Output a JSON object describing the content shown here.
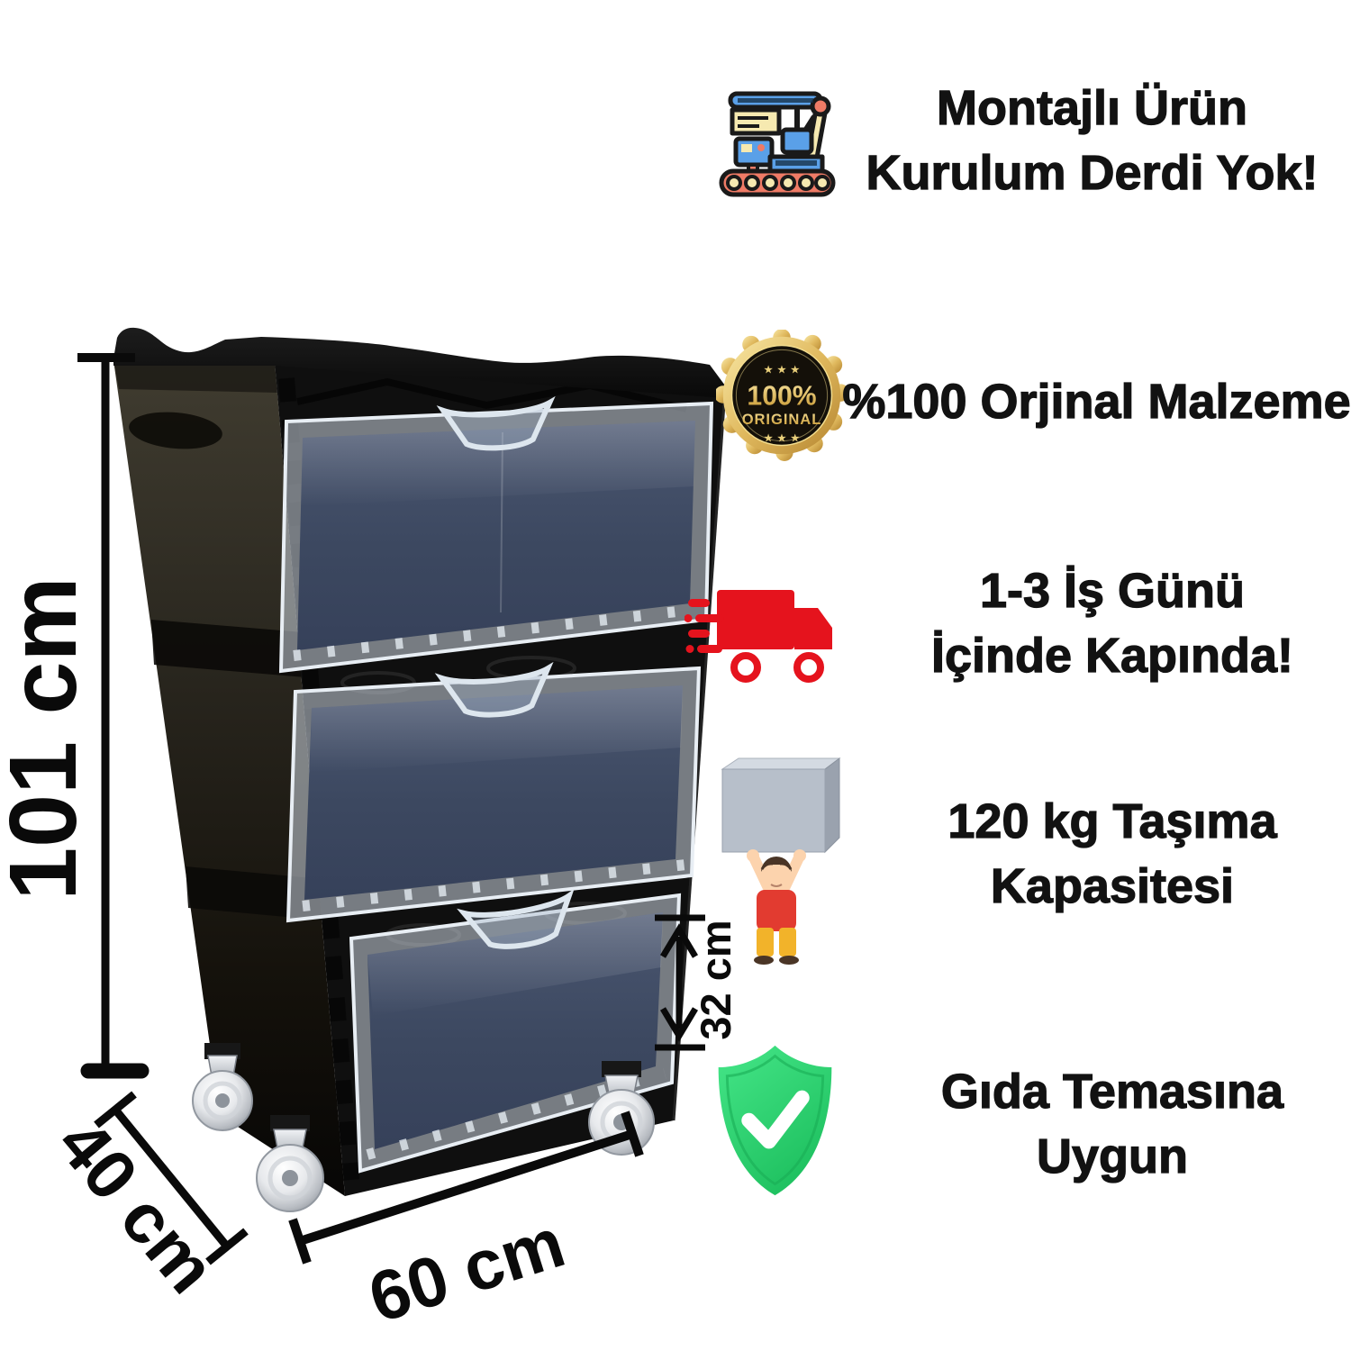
{
  "canvas": {
    "background": "#ffffff"
  },
  "product": {
    "description": "black 3-drawer plastic storage trolley with transparent drawers on caster wheels",
    "cabinet_color": "#0f0f0f",
    "drawer_panel_color": "#3e4a63",
    "drawer_rim_color": "#d5dde6"
  },
  "dimensions": {
    "height": "101 cm",
    "depth": "40 cm",
    "width": "60 cm",
    "drawer_height": "32 cm"
  },
  "features": [
    {
      "icon": "assembly-machine-icon",
      "line1": "Montajlı Ürün",
      "line2": "Kurulum Derdi Yok!"
    },
    {
      "icon": "original-badge-icon",
      "line1": "%100 Orjinal Malzeme",
      "line2": ""
    },
    {
      "icon": "fast-delivery-truck-icon",
      "line1": "1-3 İş Günü",
      "line2": "İçinde Kapında!"
    },
    {
      "icon": "weight-capacity-icon",
      "line1": "120 kg Taşıma",
      "line2": "Kapasitesi"
    },
    {
      "icon": "food-safe-shield-icon",
      "line1": "Gıda Temasına",
      "line2": "Uygun"
    }
  ],
  "badge": {
    "percent": "100%",
    "word": "ORIGINAL",
    "stars_top": "★ ★ ★",
    "stars_bottom": "★ ★ ★"
  },
  "colors": {
    "headline_text": "#121212",
    "dimension_text": "#0a0a0a",
    "truck_red": "#e5131d",
    "shield_green": "#2ed573",
    "badge_gold": "#d9b25a",
    "icon_blue": "#5aa0e8",
    "icon_cream": "#f6e9b0",
    "icon_salmon": "#ef7b66"
  }
}
